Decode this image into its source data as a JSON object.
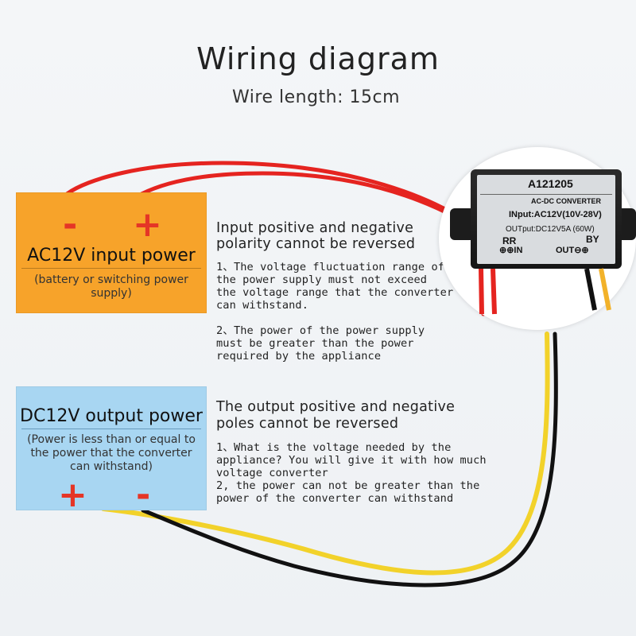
{
  "title": "Wiring diagram",
  "subtitle": "Wire length: 15cm",
  "input_box": {
    "minus": "-",
    "plus": "+",
    "title": "AC12V input power",
    "sub_line1": "(battery or switching power",
    "sub_line2": "supply)"
  },
  "output_box": {
    "title": "DC12V output power",
    "sub_line1": "(Power is less than or equal to",
    "sub_line2": "the power that the converter",
    "sub_line3": "can withstand)",
    "plus": "+",
    "minus": "-"
  },
  "input_notes": {
    "heading_line1": "Input positive and negative",
    "heading_line2": "polarity cannot be reversed",
    "p1_line1": "1、The voltage fluctuation range of",
    "p1_line2": "the power supply must not exceed",
    "p1_line3": "the voltage range that the converter",
    "p1_line4": "can withstand.",
    "p2_line1": "2、The power of the power supply",
    "p2_line2": "must be greater than the power",
    "p2_line3": "required by the appliance"
  },
  "output_notes": {
    "heading_line1": "The output positive and negative",
    "heading_line2": "poles cannot be reversed",
    "p1_line1": "1、What is the voltage needed by the",
    "p1_line2": "appliance? You will give it with how much",
    "p1_line3": "voltage converter",
    "p2_line1": "2, the power can not be greater than the",
    "p2_line2": "power of the converter can withstand"
  },
  "device": {
    "model": "A121205",
    "type": "AC-DC CONVERTER",
    "input_spec": "INput:AC12V(10V-28V)",
    "output_spec": "OUTput:DC12V5A (60W)",
    "left_code": "RR",
    "left_label": "⊕⊕IN",
    "right_code": "BY",
    "right_label": "OUT⊖⊕"
  },
  "colors": {
    "input_box": "#f7a32a",
    "output_box": "#a8d6f2",
    "polarity": "#e53526",
    "wire_red": "#e52420",
    "wire_yellow": "#f2d22a",
    "wire_black": "#111111"
  }
}
